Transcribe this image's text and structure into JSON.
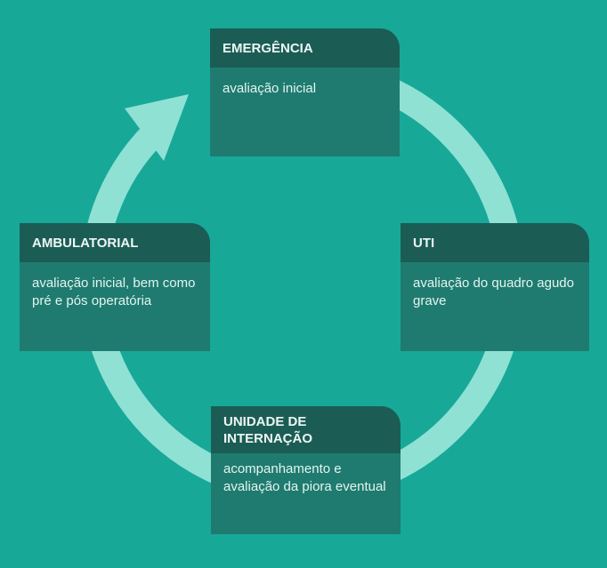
{
  "colors": {
    "background": "#17a898",
    "ring": "#8fe1d4",
    "header": "#1b5d55",
    "body": "#1f7b6f"
  },
  "nodes": [
    {
      "title": "EMERGÊNCIA",
      "text": "avaliação inicial"
    },
    {
      "title": "UTI",
      "text": "avaliação do quadro agudo grave"
    },
    {
      "title": "UNIDADE DE INTERNAÇÃO",
      "text": "acompanhamento e avaliação da piora eventual"
    },
    {
      "title": "AMBULATORIAL",
      "text": "avaliação inicial, bem como pré e pós operatória"
    }
  ]
}
